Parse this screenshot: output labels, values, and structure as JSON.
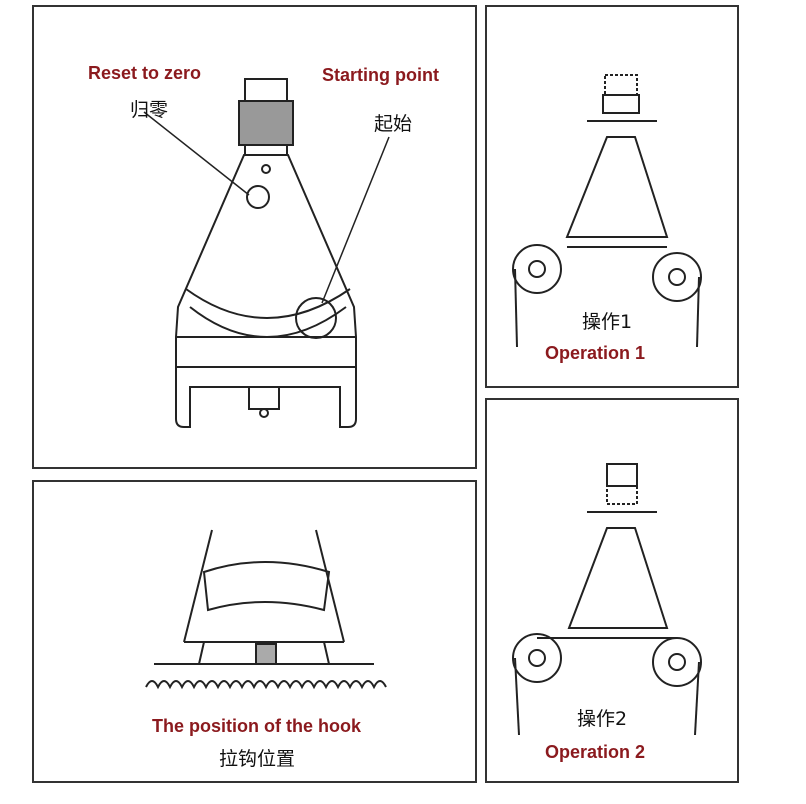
{
  "panels": {
    "gauge": {
      "reset_en": "Reset to zero",
      "reset_cn": "归零",
      "start_en": "Starting point",
      "start_cn": "起始"
    },
    "hook": {
      "label_en": "The position of the hook",
      "label_cn": "拉钩位置"
    },
    "operation1": {
      "label_cn": "操作1",
      "label_en": "Operation 1"
    },
    "operation2": {
      "label_cn": "操作2",
      "label_en": "Operation 2"
    }
  },
  "colors": {
    "label_red": "#8b1a1e",
    "line": "#222222"
  }
}
